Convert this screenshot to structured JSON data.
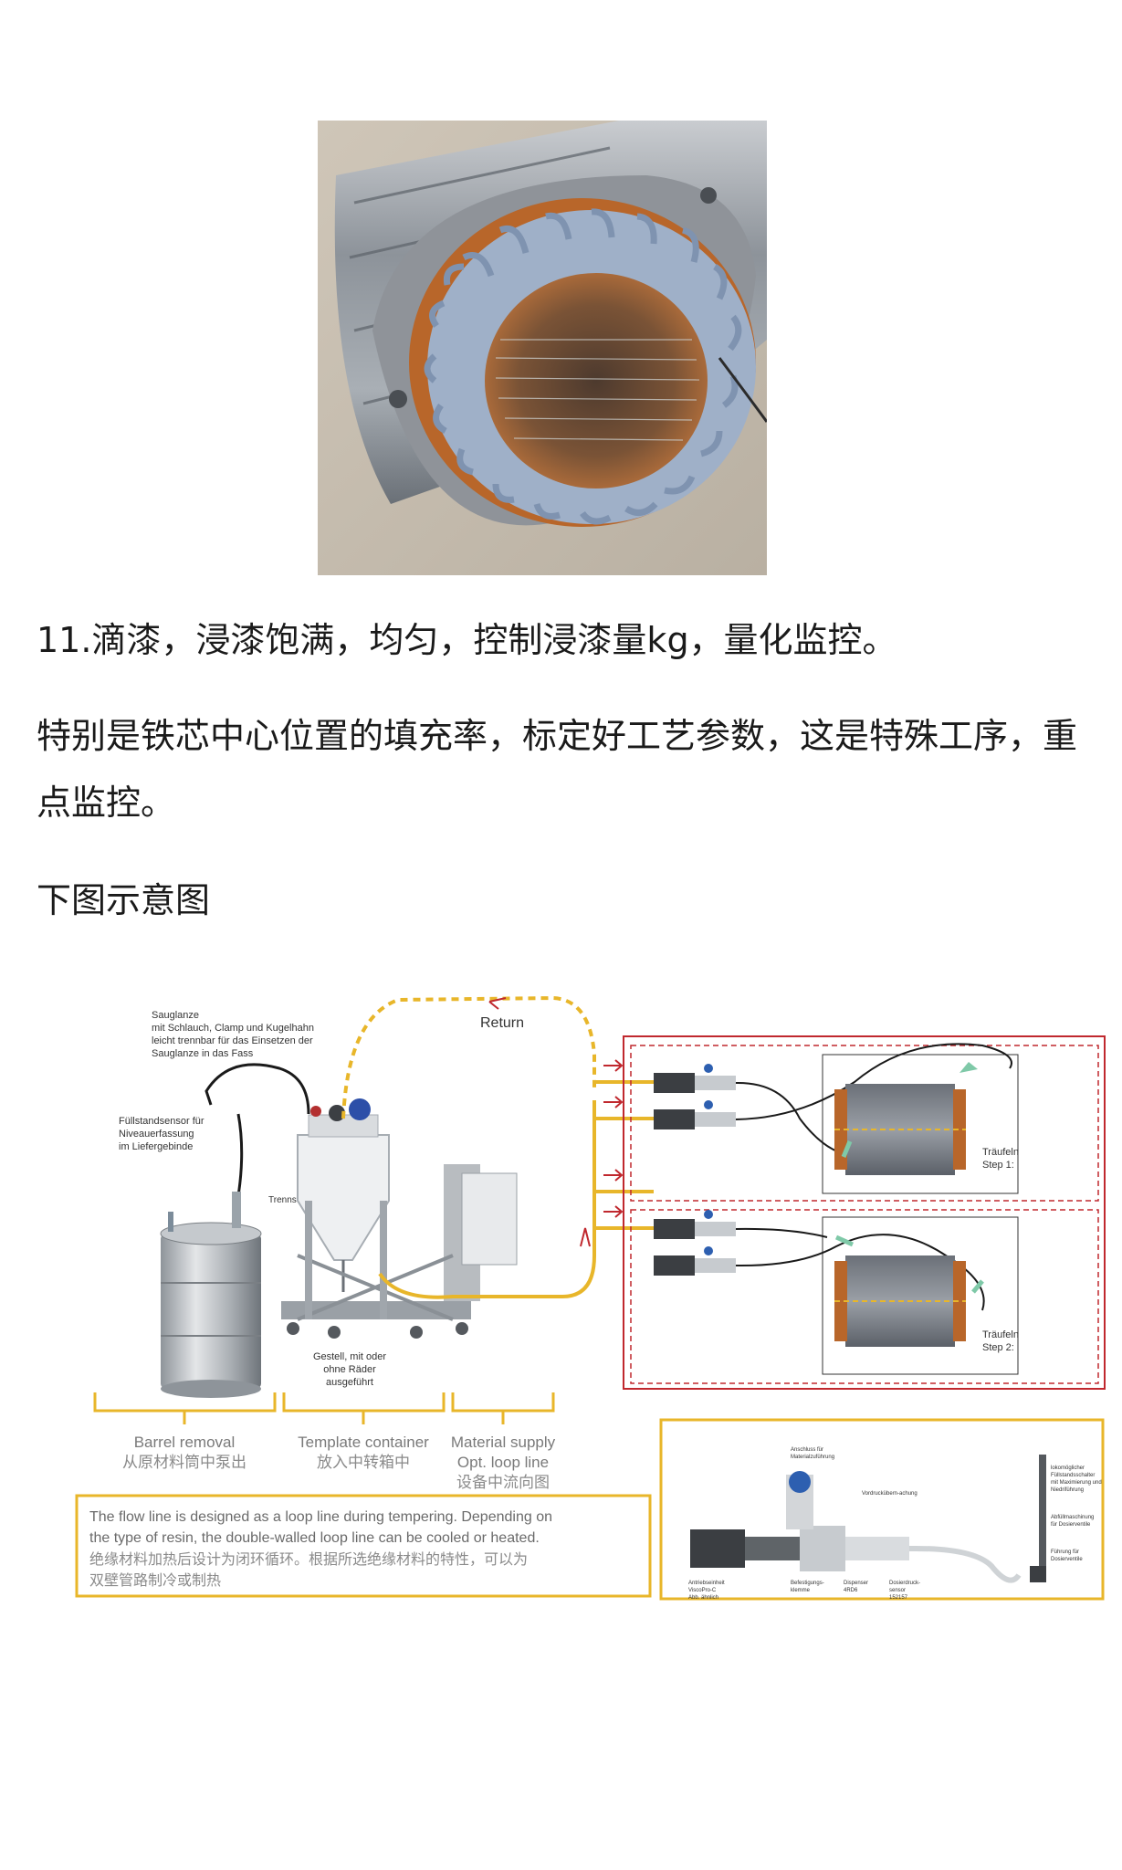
{
  "paragraphs": {
    "p1": "11.滴漆，浸漆饱满，均匀，控制浸漆量kg，量化监控。",
    "p2": "特别是铁芯中心位置的填充率，标定好工艺参数，这是特殊工序，重点监控。",
    "p3": "下图示意图"
  },
  "diagram": {
    "return_label": "Return",
    "sauglanze": [
      "Sauglanze",
      "mit Schlauch, Clamp und Kugelhahn",
      "leicht trennbar für das Einsetzen der",
      "Sauglanze in das Fass"
    ],
    "fuellstand": [
      "Füllstandsensor für",
      "Niveauerfassung",
      "im Liefergebinde"
    ],
    "trennstelle": "Trennstelle",
    "gestell": [
      "Gestell, mit oder",
      "ohne Räder",
      "ausgeführt"
    ],
    "step1": [
      "Träufeln",
      "Step 1:"
    ],
    "step2": [
      "Träufeln",
      "Step 2:"
    ],
    "captions": [
      {
        "en": "Barrel removal",
        "cn": "从原材料筒中泵出"
      },
      {
        "en": "Template container",
        "cn": "放入中转箱中"
      },
      {
        "en": "Material supply",
        "en2": "Opt. loop line",
        "cn": "设备中流向图"
      }
    ],
    "note": {
      "en1": "The flow line is designed as a loop line during tempering. Depending on",
      "en2": "the type of resin, the double-walled loop line can be cooled or heated.",
      "cn1": "绝缘材料加热后设计为闭环循环。根据所选绝缘材料的特性，可以为",
      "cn2": "双壁管路制冷或制热"
    },
    "detail": {
      "anschluss": [
        "Anschluss für",
        "Materialzuführung"
      ],
      "vordruck": "Vordruckübern-achung",
      "antrieb": [
        "Antriebseinheit",
        "ViscoPro-C",
        "Abb. ähnlich"
      ],
      "befestigung": [
        "Befestigungs-",
        "klemme"
      ],
      "dispenser": [
        "Dispenser",
        "4RD6"
      ],
      "drucksensor": [
        "Dosierdruck-",
        "sensor",
        "152157"
      ],
      "right1": [
        "lokomöglicher",
        "Füllstandsschalter",
        "mit Maximierung und",
        "Niedriführung"
      ],
      "right2": [
        "Abfüllmaschinung",
        "für Dosierventile"
      ],
      "right3": [
        "Führung für",
        "Dosierventile"
      ]
    }
  },
  "colors": {
    "accent_yellow": "#e8b62a",
    "frame_red": "#c0282e",
    "cable": "#1a1a1a",
    "copper": "#b8662a",
    "core_grey": "#8b8f94"
  }
}
